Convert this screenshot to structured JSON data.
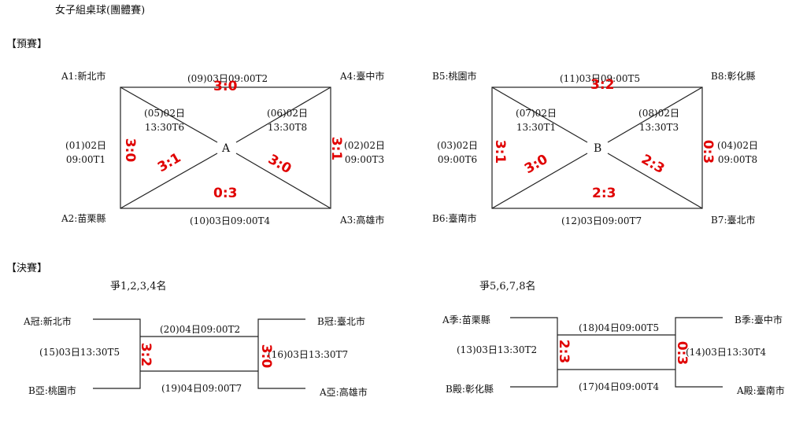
{
  "title": "女子組桌球(團體賽)",
  "sections": {
    "prelim": "【預賽】",
    "final": "【決賽】"
  },
  "groupA": {
    "letter": "A",
    "teams": {
      "tl": "A1:新北市",
      "tr": "A4:臺中市",
      "bl": "A2:苗栗縣",
      "br": "A3:高雄市"
    },
    "matches": {
      "top": "(09)03日09:00T2",
      "bottom": "(10)03日09:00T4",
      "left1": "(01)02日",
      "left2": "09:00T1",
      "right1": "(02)02日",
      "right2": "09:00T3",
      "diagL1": "(05)02日",
      "diagL2": "13:30T6",
      "diagR1": "(06)02日",
      "diagR2": "13:30T8"
    },
    "scores": {
      "top": "3:0",
      "bottom": "0:3",
      "left": "3:0",
      "right": "3:1",
      "diagBL": "3:1",
      "diagBR": "3:0"
    }
  },
  "groupB": {
    "letter": "B",
    "teams": {
      "tl": "B5:桃園市",
      "tr": "B8:彰化縣",
      "bl": "B6:臺南市",
      "br": "B7:臺北市"
    },
    "matches": {
      "top": "(11)03日09:00T5",
      "bottom": "(12)03日09:00T7",
      "left1": "(03)02日",
      "left2": "09:00T6",
      "right1": "(04)02日",
      "right2": "09:00T8",
      "diagL1": "(07)02日",
      "diagL2": "13:30T1",
      "diagR1": "(08)02日",
      "diagR2": "13:30T3"
    },
    "scores": {
      "top": "3:2",
      "bottom": "2:3",
      "left": "3:1",
      "right": "0:3",
      "diagBL": "3:0",
      "diagBR": "2:3"
    }
  },
  "final1": {
    "heading": "爭1,2,3,4名",
    "teams": {
      "tl": "A冠:新北市",
      "bl": "B亞:桃園市",
      "tr": "B冠:臺北市",
      "br": "A亞:高雄市"
    },
    "matches": {
      "left": "(15)03日13:30T5",
      "right": "(16)03日13:30T7",
      "top": "(20)04日09:00T2",
      "bottom": "(19)04日09:00T7"
    },
    "scores": {
      "left": "3:2",
      "right": "3:0"
    }
  },
  "final2": {
    "heading": "爭5,6,7,8名",
    "teams": {
      "tl": "A季:苗栗縣",
      "bl": "B殿:彰化縣",
      "tr": "B季:臺中市",
      "br": "A殿:臺南市"
    },
    "matches": {
      "left": "(13)03日13:30T2",
      "right": "(14)03日13:30T4",
      "top": "(18)04日09:00T5",
      "bottom": "(17)04日09:00T4"
    },
    "scores": {
      "left": "2:3",
      "right": "0:3"
    }
  },
  "colors": {
    "line": "#222222",
    "score": "#e00000"
  }
}
